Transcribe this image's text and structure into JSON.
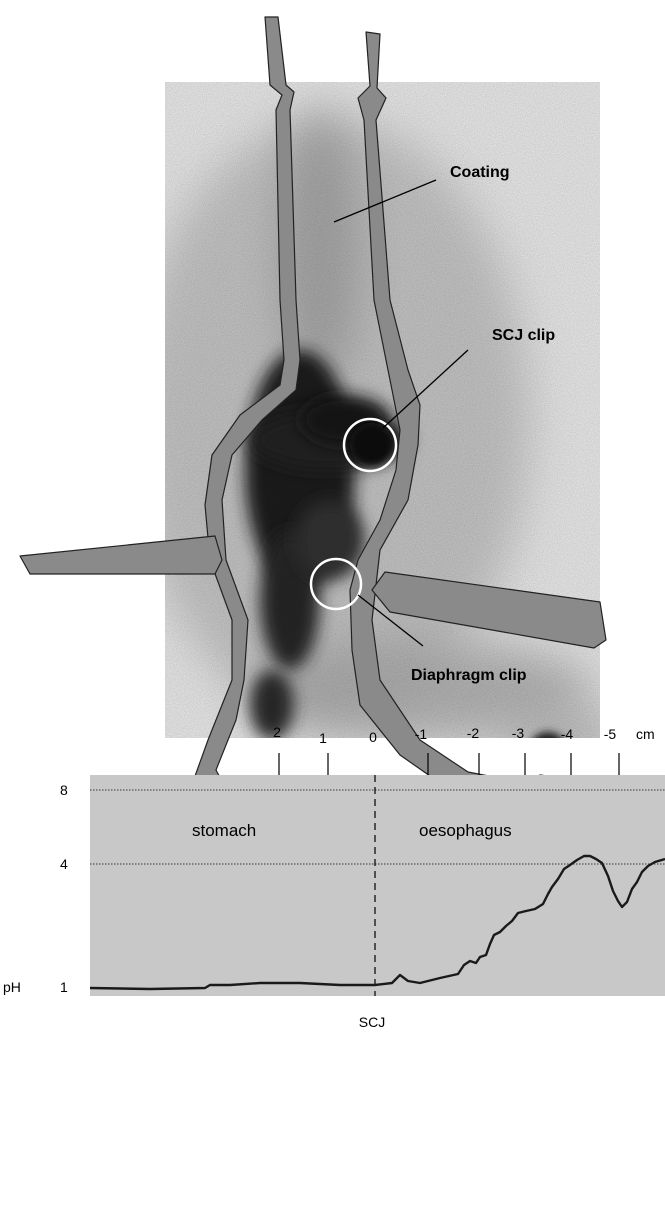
{
  "labels": {
    "coating": "Coating",
    "scj_clip": "SCJ clip",
    "diaphragm_clip": "Diaphragm clip"
  },
  "ph_plot": {
    "position_ticks": [
      "2",
      "1",
      "0",
      "-1",
      "-2",
      "-3",
      "-4",
      "-5"
    ],
    "position_unit": "cm",
    "ph_ticks": [
      "8",
      "4",
      "1"
    ],
    "ph_label": "pH",
    "region_stomach": "stomach",
    "region_oesophagus": "oesophagus",
    "bottom_label": "SCJ"
  },
  "colors": {
    "scan_background": "#e8e8e8",
    "outline_fill": "#8a8a8a",
    "plot_background": "#c8c8c8",
    "trace": "#1a1a1a"
  }
}
